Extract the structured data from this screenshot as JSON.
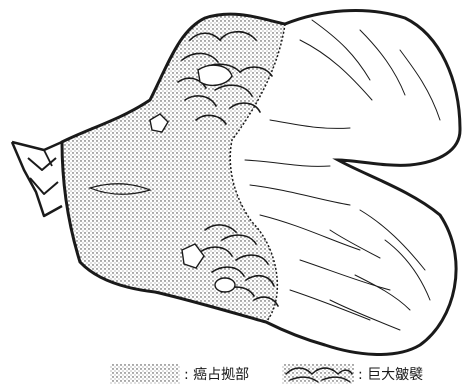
{
  "legend": {
    "items": [
      {
        "swatch": "dotted",
        "label": ": 癌占拠部"
      },
      {
        "swatch": "fold",
        "label": ": 巨大皺襞"
      }
    ]
  },
  "colors": {
    "ink": "#1a1a1a",
    "background": "#ffffff"
  }
}
